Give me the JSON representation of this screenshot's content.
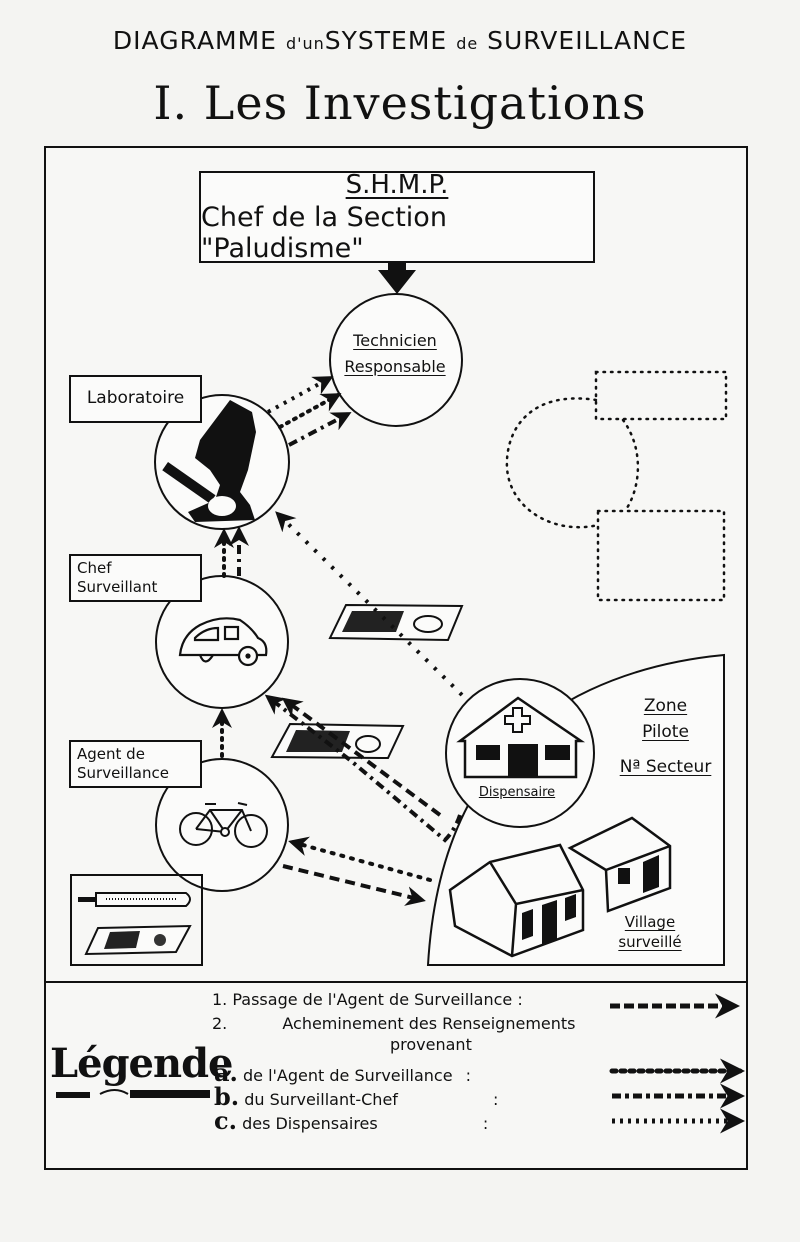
{
  "header": {
    "supertitle_part1": "DIAGRAMME",
    "supertitle_small": "d'un",
    "supertitle_part2": "SYSTEME",
    "supertitle_small2": "de",
    "supertitle_part3": "SURVEILLANCE",
    "title": "I. Les Investigations"
  },
  "nodes": {
    "shmp": {
      "line1": "S.H.M.P.",
      "line2": "Chef de la Section \"Paludisme\""
    },
    "technicien": {
      "line1": "Technicien",
      "line2": "Responsable"
    },
    "laboratoire": {
      "label": "Laboratoire",
      "icon": "microscope-icon"
    },
    "chef_surveillant": {
      "line1": "Chef",
      "line2": "Surveillant",
      "icon": "car-icon"
    },
    "agent": {
      "line1": "Agent de",
      "line2": "Surveillance",
      "icon": "bicycle-icon"
    },
    "kit": {
      "icons": [
        "thermometer-icon",
        "blood-slide-icon"
      ]
    },
    "dispensaire": {
      "label": "Dispensaire",
      "icon": "dispensary-building-icon"
    },
    "zone": {
      "line1": "Zone",
      "line2": "Pilote",
      "line3": "Nª Secteur"
    },
    "village": {
      "line1": "Village",
      "line2": "surveillé"
    }
  },
  "legend": {
    "word": "Légende",
    "items": [
      {
        "number": "1.",
        "text": "Passage de l'Agent de Surveillance :",
        "style": "dashed"
      },
      {
        "number": "2.",
        "text": "Acheminement des Renseignements",
        "text2": "provenant"
      },
      {
        "letter": "a.",
        "text": "de l'Agent de Surveillance",
        "style": "dotted"
      },
      {
        "letter": "b.",
        "text": "du Surveillant-Chef",
        "style": "dash-dot"
      },
      {
        "letter": "c.",
        "text": "des Dispensaires",
        "style": "crosses"
      }
    ],
    "separator": ":"
  },
  "colors": {
    "ink": "#111111",
    "paper": "#f4f4f2"
  }
}
